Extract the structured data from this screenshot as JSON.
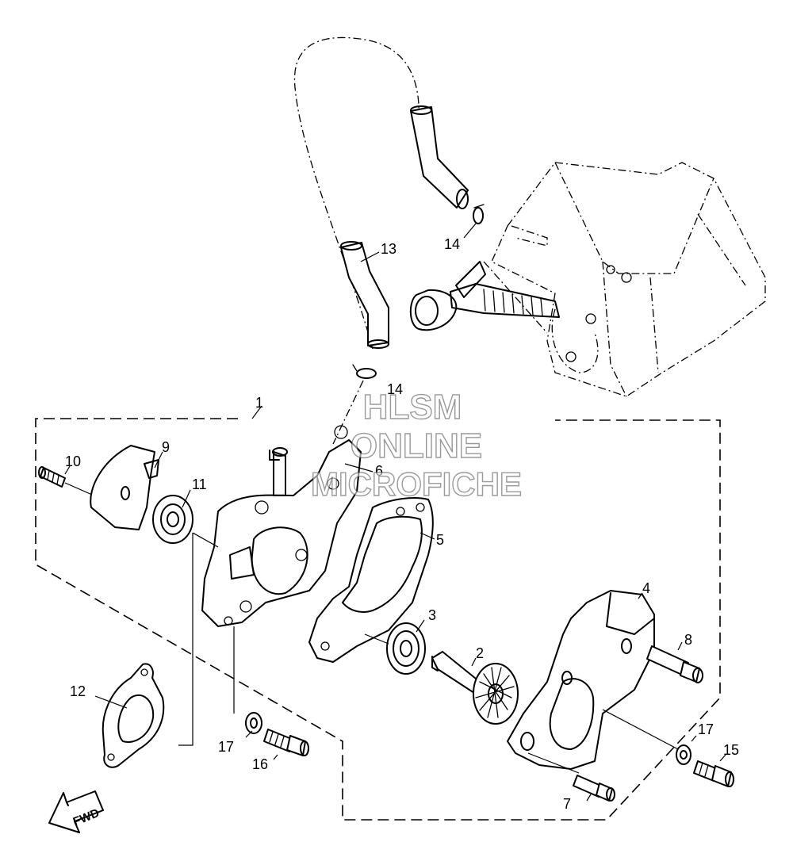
{
  "watermark": {
    "line1": "HLSM",
    "line2": "ONLINE",
    "line3": "MICROFICHE"
  },
  "fwd_label": "FWD",
  "callouts": [
    "1",
    "2",
    "3",
    "4",
    "5",
    "6",
    "7",
    "8",
    "9",
    "10",
    "11",
    "12",
    "13",
    "14",
    "14",
    "15",
    "16",
    "17",
    "17"
  ]
}
